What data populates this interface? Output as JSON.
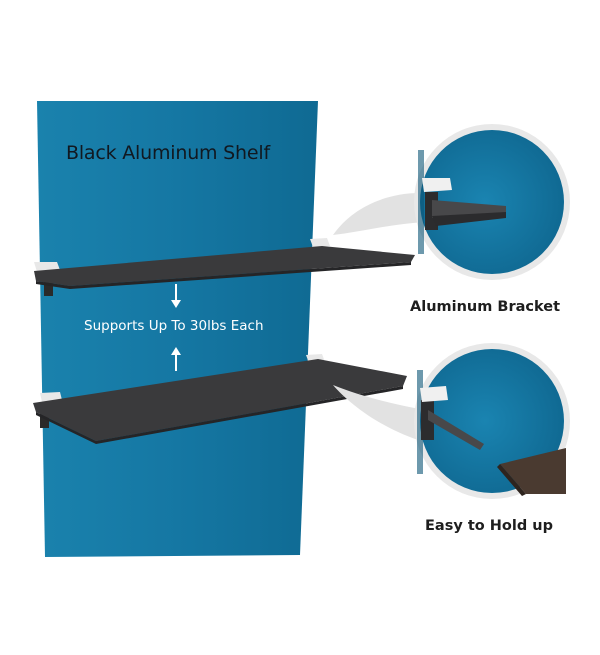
{
  "title": "Black Aluminum Shelf",
  "support_label": "Supports Up To 30lbs Each",
  "callouts": [
    {
      "label": "Aluminum Bracket"
    },
    {
      "label": "Easy to Hold up"
    }
  ],
  "colors": {
    "wall": "#1577a3",
    "shelf": "#3a3a3c",
    "callout_halo": "#e8e8e8"
  }
}
